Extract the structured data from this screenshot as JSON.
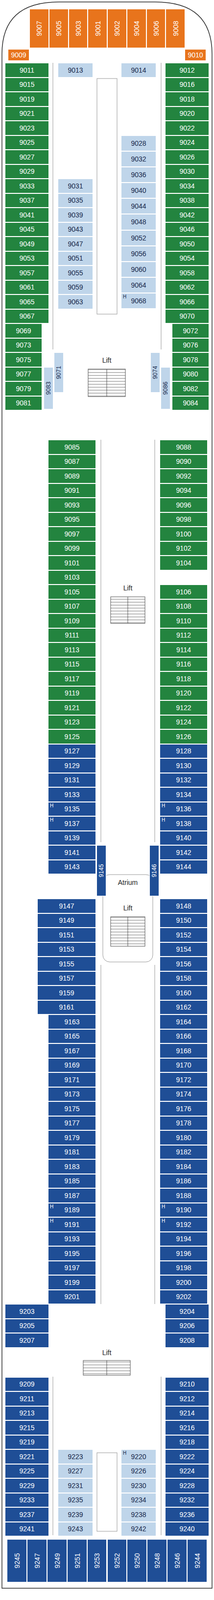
{
  "diagram": {
    "nodes": [
      {
        "text": [
          "9007"
        ]
      },
      {
        "text": [
          "9005"
        ]
      },
      {
        "text": [
          "9003"
        ]
      },
      {
        "text": [
          "9001"
        ]
      },
      {
        "text": [
          "9002"
        ]
      },
      {
        "text": [
          "9004"
        ]
      },
      {
        "text": [
          "9006"
        ]
      },
      {
        "text": [
          "9008"
        ]
      },
      {
        "text": [
          "9009"
        ]
      },
      {
        "text": [
          "9010"
        ]
      },
      {
        "text": [
          "9011"
        ]
      },
      {
        "text": [
          "9015"
        ]
      },
      {
        "text": [
          "9019"
        ]
      },
      {
        "text": [
          "9013"
        ]
      },
      {
        "text": [
          "9014"
        ]
      },
      {
        "text": [
          "9012"
        ]
      },
      {
        "text": [
          "9016"
        ]
      },
      {
        "text": [
          "9018"
        ]
      },
      {
        "text": [
          "9021"
        ]
      },
      {
        "text": [
          "9023"
        ]
      },
      {
        "text": [
          "9025"
        ]
      },
      {
        "text": [
          "9027"
        ]
      },
      {
        "text": [
          "9029"
        ]
      },
      {
        "text": [
          "9033"
        ]
      },
      {
        "text": [
          "9037"
        ]
      },
      {
        "text": [
          "9041"
        ]
      },
      {
        "text": [
          "9045"
        ]
      },
      {
        "text": [
          "9049"
        ]
      },
      {
        "text": [
          "9053"
        ]
      },
      {
        "text": [
          "9057"
        ]
      },
      {
        "text": [
          "9061"
        ]
      },
      {
        "text": [
          "9065"
        ]
      },
      {
        "text": [
          "9067"
        ]
      },
      {
        "text": [
          "9031"
        ]
      },
      {
        "text": [
          "9035"
        ]
      },
      {
        "text": [
          "9039"
        ]
      },
      {
        "text": [
          "9043"
        ]
      },
      {
        "text": [
          "9047"
        ]
      },
      {
        "text": [
          "9051"
        ]
      },
      {
        "text": [
          "9055"
        ]
      },
      {
        "text": [
          "9059"
        ]
      },
      {
        "text": [
          "9063"
        ]
      },
      {
        "text": [
          "9020"
        ]
      },
      {
        "text": [
          "9022"
        ]
      },
      {
        "text": [
          "9024"
        ]
      },
      {
        "text": [
          "9026"
        ]
      },
      {
        "text": [
          "9030"
        ]
      },
      {
        "text": [
          "9034"
        ]
      },
      {
        "text": [
          "9038"
        ]
      },
      {
        "text": [
          "9042"
        ]
      },
      {
        "text": [
          "9046"
        ]
      },
      {
        "text": [
          "9050"
        ]
      },
      {
        "text": [
          "9054"
        ]
      },
      {
        "text": [
          "9058"
        ]
      },
      {
        "text": [
          "9062"
        ]
      },
      {
        "text": [
          "9066"
        ]
      },
      {
        "text": [
          "9070"
        ]
      },
      {
        "text": [
          "9028"
        ]
      },
      {
        "text": [
          "9032"
        ]
      },
      {
        "text": [
          "9036"
        ]
      },
      {
        "text": [
          "9040"
        ]
      },
      {
        "text": [
          "9044"
        ]
      },
      {
        "text": [
          "9048"
        ]
      },
      {
        "text": [
          "9052"
        ]
      },
      {
        "text": [
          "9056"
        ]
      },
      {
        "text": [
          "9060"
        ]
      },
      {
        "text": [
          "9064"
        ]
      },
      {
        "text": [
          "9068",
          "H"
        ]
      },
      {
        "text": [
          "9069"
        ]
      },
      {
        "text": [
          "9073"
        ]
      },
      {
        "text": [
          "9075"
        ]
      },
      {
        "text": [
          "9077"
        ]
      },
      {
        "text": [
          "9079"
        ]
      },
      {
        "text": [
          "9081"
        ]
      },
      {
        "text": [
          "9071"
        ]
      },
      {
        "text": [
          "9083"
        ]
      },
      {
        "text": [
          "9072"
        ]
      },
      {
        "text": [
          "9076"
        ]
      },
      {
        "text": [
          "9078"
        ]
      },
      {
        "text": [
          "9080"
        ]
      },
      {
        "text": [
          "9082"
        ]
      },
      {
        "text": [
          "9084"
        ]
      },
      {
        "text": [
          "9074"
        ]
      },
      {
        "text": [
          "9086"
        ]
      },
      {
        "text": [
          "9085"
        ]
      },
      {
        "text": [
          "9087"
        ]
      },
      {
        "text": [
          "9089"
        ]
      },
      {
        "text": [
          "9091"
        ]
      },
      {
        "text": [
          "9093"
        ]
      },
      {
        "text": [
          "9095"
        ]
      },
      {
        "text": [
          "9097"
        ]
      },
      {
        "text": [
          "9099"
        ]
      },
      {
        "text": [
          "9101"
        ]
      },
      {
        "text": [
          "9088"
        ]
      },
      {
        "text": [
          "9090"
        ]
      },
      {
        "text": [
          "9092"
        ]
      },
      {
        "text": [
          "9094"
        ]
      },
      {
        "text": [
          "9096"
        ]
      },
      {
        "text": [
          "9098"
        ]
      },
      {
        "text": [
          "9100"
        ]
      },
      {
        "text": [
          "9102"
        ]
      },
      {
        "text": [
          "9104"
        ]
      },
      {
        "text": [
          "9103"
        ]
      },
      {
        "text": [
          "9105"
        ]
      },
      {
        "text": [
          "9107"
        ]
      },
      {
        "text": [
          "9109"
        ]
      },
      {
        "text": [
          "9111"
        ]
      },
      {
        "text": [
          "9113"
        ]
      },
      {
        "text": [
          "9115"
        ]
      },
      {
        "text": [
          "9117"
        ]
      },
      {
        "text": [
          "9119"
        ]
      },
      {
        "text": [
          "9121"
        ]
      },
      {
        "text": [
          "9123"
        ]
      },
      {
        "text": [
          "9125"
        ]
      },
      {
        "text": [
          "9106"
        ]
      },
      {
        "text": [
          "9108"
        ]
      },
      {
        "text": [
          "9110"
        ]
      },
      {
        "text": [
          "9112"
        ]
      },
      {
        "text": [
          "9114"
        ]
      },
      {
        "text": [
          "9116"
        ]
      },
      {
        "text": [
          "9118"
        ]
      },
      {
        "text": [
          "9120"
        ]
      },
      {
        "text": [
          "9122"
        ]
      },
      {
        "text": [
          "9124"
        ]
      },
      {
        "text": [
          "9126"
        ]
      },
      {
        "text": [
          "9127"
        ]
      },
      {
        "text": [
          "9129"
        ]
      },
      {
        "text": [
          "9131"
        ]
      },
      {
        "text": [
          "9133"
        ]
      },
      {
        "text": [
          "9135",
          "H"
        ]
      },
      {
        "text": [
          "9137",
          "H"
        ]
      },
      {
        "text": [
          "9139"
        ]
      },
      {
        "text": [
          "9141"
        ]
      },
      {
        "text": [
          "9143"
        ]
      },
      {
        "text": [
          "9145"
        ]
      },
      {
        "text": [
          "9128"
        ]
      },
      {
        "text": [
          "9130"
        ]
      },
      {
        "text": [
          "9132"
        ]
      },
      {
        "text": [
          "9134"
        ]
      },
      {
        "text": [
          "9136",
          "H"
        ]
      },
      {
        "text": [
          "9138",
          "H"
        ]
      },
      {
        "text": [
          "9140"
        ]
      },
      {
        "text": [
          "9142"
        ]
      },
      {
        "text": [
          "9144"
        ]
      },
      {
        "text": [
          "9146"
        ]
      },
      {
        "text": [
          "9147"
        ]
      },
      {
        "text": [
          "9149"
        ]
      },
      {
        "text": [
          "9151"
        ]
      },
      {
        "text": [
          "9153"
        ]
      },
      {
        "text": [
          "9155"
        ]
      },
      {
        "text": [
          "9157"
        ]
      },
      {
        "text": [
          "9159"
        ]
      },
      {
        "text": [
          "9161"
        ]
      },
      {
        "text": [
          "9148"
        ]
      },
      {
        "text": [
          "9150"
        ]
      },
      {
        "text": [
          "9152"
        ]
      },
      {
        "text": [
          "9154"
        ]
      },
      {
        "text": [
          "9156"
        ]
      },
      {
        "text": [
          "9158"
        ]
      },
      {
        "text": [
          "9160"
        ]
      },
      {
        "text": [
          "9162"
        ]
      },
      {
        "text": [
          "9163"
        ]
      },
      {
        "text": [
          "9165"
        ]
      },
      {
        "text": [
          "9167"
        ]
      },
      {
        "text": [
          "9169"
        ]
      },
      {
        "text": [
          "9171"
        ]
      },
      {
        "text": [
          "9173"
        ]
      },
      {
        "text": [
          "9175"
        ]
      },
      {
        "text": [
          "9177"
        ]
      },
      {
        "text": [
          "9179"
        ]
      },
      {
        "text": [
          "9181"
        ]
      },
      {
        "text": [
          "9183"
        ]
      },
      {
        "text": [
          "9185"
        ]
      },
      {
        "text": [
          "9187"
        ]
      },
      {
        "text": [
          "9164"
        ]
      },
      {
        "text": [
          "9166"
        ]
      },
      {
        "text": [
          "9168"
        ]
      },
      {
        "text": [
          "9170"
        ]
      },
      {
        "text": [
          "9172"
        ]
      },
      {
        "text": [
          "9174"
        ]
      },
      {
        "text": [
          "9176"
        ]
      },
      {
        "text": [
          "9178"
        ]
      },
      {
        "text": [
          "9180"
        ]
      },
      {
        "text": [
          "9182"
        ]
      },
      {
        "text": [
          "9184"
        ]
      },
      {
        "text": [
          "9186"
        ]
      },
      {
        "text": [
          "9188"
        ]
      },
      {
        "text": [
          "9189",
          "H"
        ]
      },
      {
        "text": [
          "9191",
          "H"
        ]
      },
      {
        "text": [
          "9193"
        ]
      },
      {
        "text": [
          "9195"
        ]
      },
      {
        "text": [
          "9197"
        ]
      },
      {
        "text": [
          "9199"
        ]
      },
      {
        "text": [
          "9201"
        ]
      },
      {
        "text": [
          "9190",
          "H"
        ]
      },
      {
        "text": [
          "9192",
          "H"
        ]
      },
      {
        "text": [
          "9194"
        ]
      },
      {
        "text": [
          "9196"
        ]
      },
      {
        "text": [
          "9198"
        ]
      },
      {
        "text": [
          "9200"
        ]
      },
      {
        "text": [
          "9202"
        ]
      },
      {
        "text": [
          "9203"
        ]
      },
      {
        "text": [
          "9205"
        ]
      },
      {
        "text": [
          "9207"
        ]
      },
      {
        "text": [
          "9204"
        ]
      },
      {
        "text": [
          "9206"
        ]
      },
      {
        "text": [
          "9208"
        ]
      },
      {
        "text": [
          "9209"
        ]
      },
      {
        "text": [
          "9211"
        ]
      },
      {
        "text": [
          "9213"
        ]
      },
      {
        "text": [
          "9215"
        ]
      },
      {
        "text": [
          "9219"
        ]
      },
      {
        "text": [
          "9221"
        ]
      },
      {
        "text": [
          "9225"
        ]
      },
      {
        "text": [
          "9229"
        ]
      },
      {
        "text": [
          "9233"
        ]
      },
      {
        "text": [
          "9237"
        ]
      },
      {
        "text": [
          "9241"
        ]
      },
      {
        "text": [
          "9223"
        ]
      },
      {
        "text": [
          "9227"
        ]
      },
      {
        "text": [
          "9231"
        ]
      },
      {
        "text": [
          "9235"
        ]
      },
      {
        "text": [
          "9239"
        ]
      },
      {
        "text": [
          "9243"
        ]
      },
      {
        "text": [
          "9210"
        ]
      },
      {
        "text": [
          "9212"
        ]
      },
      {
        "text": [
          "9214"
        ]
      },
      {
        "text": [
          "9216"
        ]
      },
      {
        "text": [
          "9218"
        ]
      },
      {
        "text": [
          "9222"
        ]
      },
      {
        "text": [
          "9224"
        ]
      },
      {
        "text": [
          "9228"
        ]
      },
      {
        "text": [
          "9232"
        ]
      },
      {
        "text": [
          "9236"
        ]
      },
      {
        "text": [
          "9240"
        ]
      },
      {
        "text": [
          "9220",
          "H"
        ]
      },
      {
        "text": [
          "9226"
        ]
      },
      {
        "text": [
          "9230"
        ]
      },
      {
        "text": [
          "9234"
        ]
      },
      {
        "text": [
          "9238"
        ]
      },
      {
        "text": [
          "9242"
        ]
      },
      {
        "text": [
          "9245"
        ]
      },
      {
        "text": [
          "9247"
        ]
      },
      {
        "text": [
          "9249"
        ]
      },
      {
        "text": [
          "9251"
        ]
      },
      {
        "text": [
          "9253"
        ]
      },
      {
        "text": [
          "9252"
        ]
      },
      {
        "text": [
          "9250"
        ]
      },
      {
        "text": [
          "9248"
        ]
      },
      {
        "text": [
          "9246"
        ]
      },
      {
        "text": [
          "9244"
        ]
      }
    ],
    "labels": [
      "Lift",
      "Lift",
      "Atrium",
      "Lift",
      "Lift"
    ]
  }
}
